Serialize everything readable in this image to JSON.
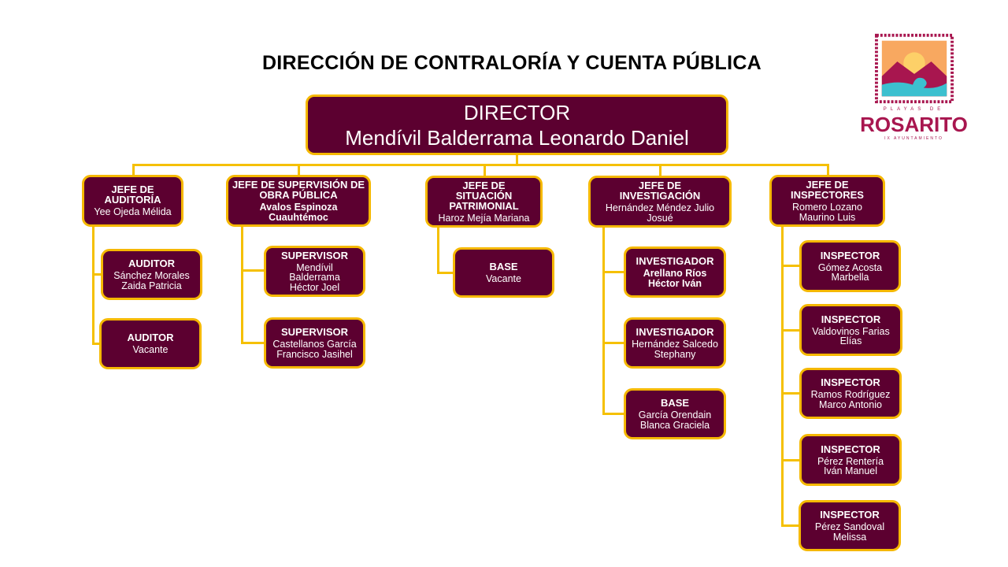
{
  "title": "DIRECCIÓN DE CONTRALORÍA Y CUENTA PÚBLICA",
  "logo": {
    "line1": "PLAYAS DE",
    "line2": "ROSARITO",
    "line3": "IX AYUNTAMIENTO"
  },
  "colors": {
    "box_fill": "#5c0030",
    "border": "#f5b800",
    "connector": "#f5c000"
  },
  "director": {
    "title": "DIRECTOR",
    "name": "Mendívil Balderrama Leonardo Daniel"
  },
  "departments": [
    {
      "title": "JEFE DE AUDITORÍA",
      "name": "Yee Ojeda Mélida",
      "staff": [
        {
          "title": "AUDITOR",
          "name": "Sánchez Morales Zaida Patricia"
        },
        {
          "title": "AUDITOR",
          "name": "Vacante"
        }
      ]
    },
    {
      "title": "JEFE DE SUPERVISIÓN DE OBRA PÚBLICA",
      "name": "Avalos Espinoza Cuauhtémoc",
      "staff": [
        {
          "title": "SUPERVISOR",
          "name": "Mendívil Balderrama Héctor Joel"
        },
        {
          "title": "SUPERVISOR",
          "name": "Castellanos García Francisco Jasihel"
        }
      ]
    },
    {
      "title": "JEFE DE SITUACIÓN PATRIMONIAL",
      "name": "Haroz Mejía Mariana",
      "staff": [
        {
          "title": "BASE",
          "name": "Vacante"
        }
      ]
    },
    {
      "title": "JEFE DE INVESTIGACIÓN",
      "name": "Hernández Méndez Julio Josué",
      "staff": [
        {
          "title": "INVESTIGADOR",
          "name": "Arellano Ríos Héctor Iván"
        },
        {
          "title": "INVESTIGADOR",
          "name": "Hernández Salcedo Stephany"
        },
        {
          "title": "BASE",
          "name": "García Orendain Blanca Graciela"
        }
      ]
    },
    {
      "title": "JEFE DE INSPECTORES",
      "name": "Romero Lozano Maurino Luis",
      "staff": [
        {
          "title": "INSPECTOR",
          "name": "Gómez Acosta Marbella"
        },
        {
          "title": "INSPECTOR",
          "name": "Valdovinos Farias Elías"
        },
        {
          "title": "INSPECTOR",
          "name": "Ramos Rodríguez Marco Antonio"
        },
        {
          "title": "INSPECTOR",
          "name": "Pérez Rentería Iván Manuel"
        },
        {
          "title": "INSPECTOR",
          "name": "Pérez Sandoval Melissa"
        }
      ]
    }
  ]
}
